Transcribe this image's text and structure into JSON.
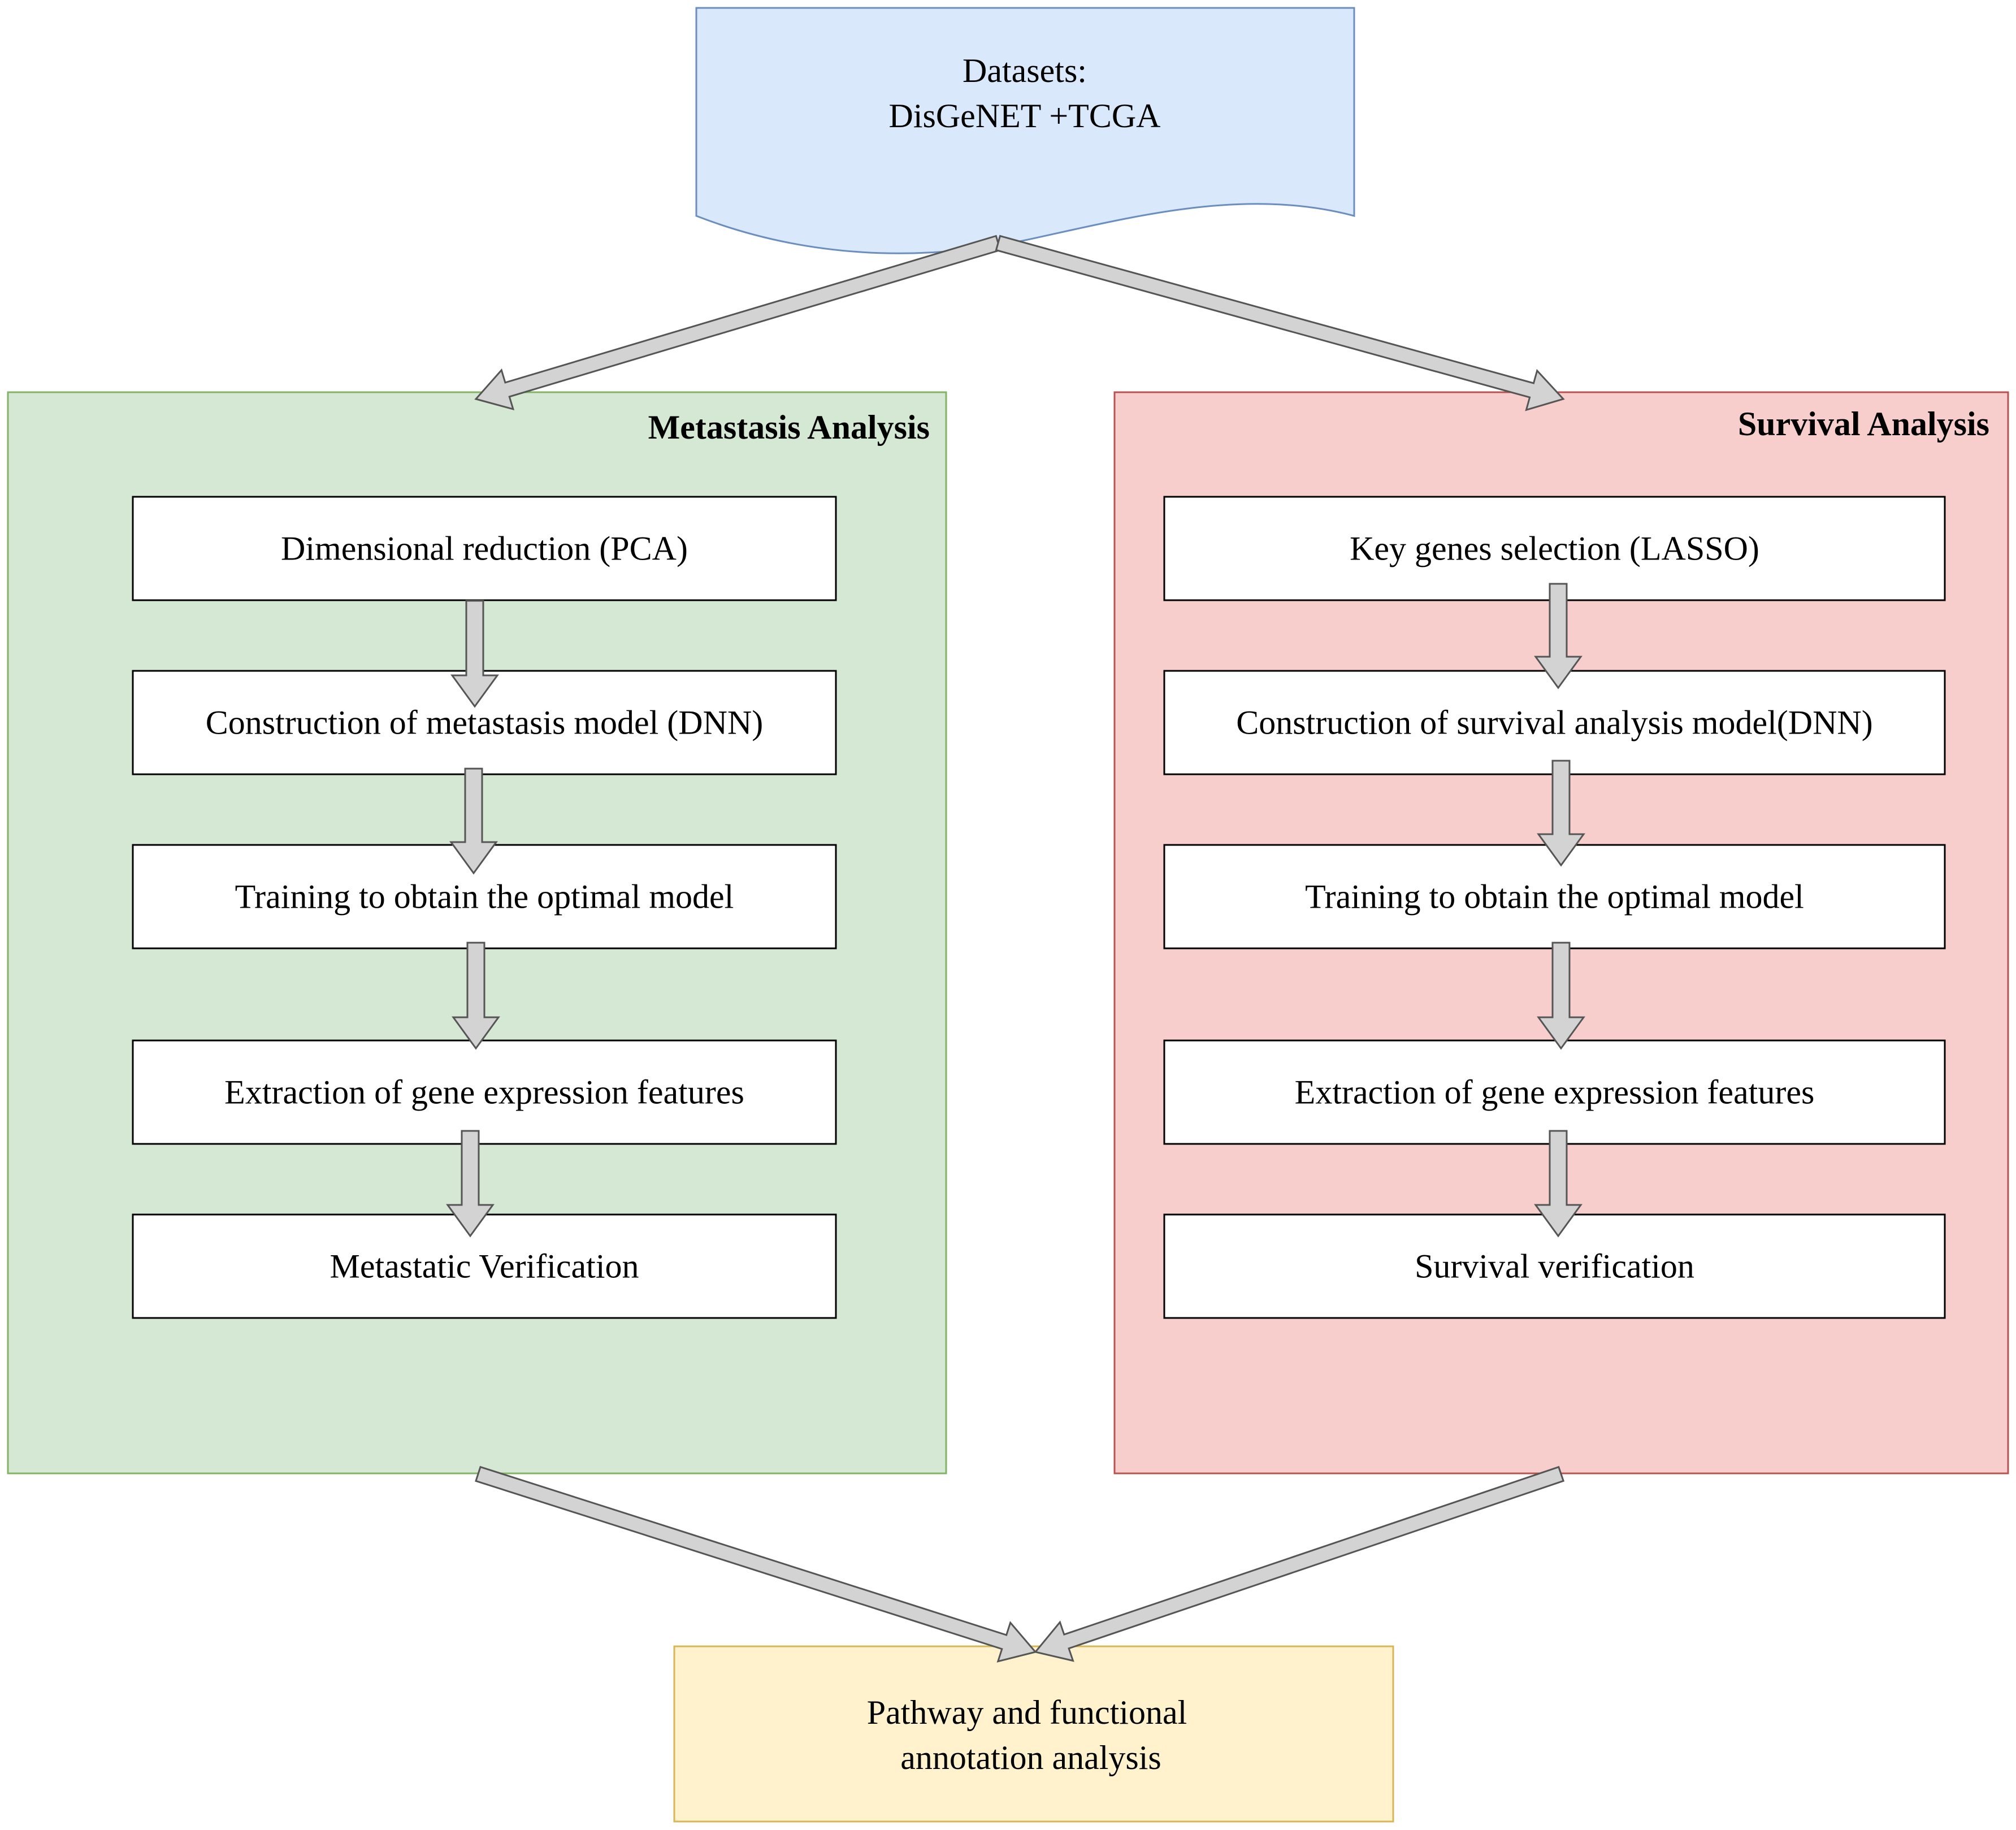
{
  "datasets": {
    "line1": "Datasets:",
    "line2": "DisGeNET +TCGA",
    "fill": "#dae8fc",
    "stroke": "#6c8ebf"
  },
  "metastasis": {
    "title": "Metastasis Analysis",
    "fill": "#d5e8d4",
    "stroke": "#82b366",
    "steps": [
      "Dimensional reduction (PCA)",
      "Construction of metastasis model (DNN)",
      "Training to obtain the optimal model",
      "Extraction of gene expression features",
      "Metastatic Verification"
    ]
  },
  "survival": {
    "title": "Survival Analysis",
    "fill": "#f8cecc",
    "stroke": "#b85450",
    "steps": [
      "Key genes selection (LASSO)",
      "Construction of survival analysis model(DNN)",
      "Training to obtain the optimal model",
      "Extraction of gene expression features",
      "Survival verification"
    ]
  },
  "pathway": {
    "line1": "Pathway and functional",
    "line2": "annotation analysis",
    "fill": "#fff2cc",
    "stroke": "#d6b656"
  },
  "arrow_colors": {
    "fill": "#d3d3d3",
    "stroke": "#555555"
  }
}
